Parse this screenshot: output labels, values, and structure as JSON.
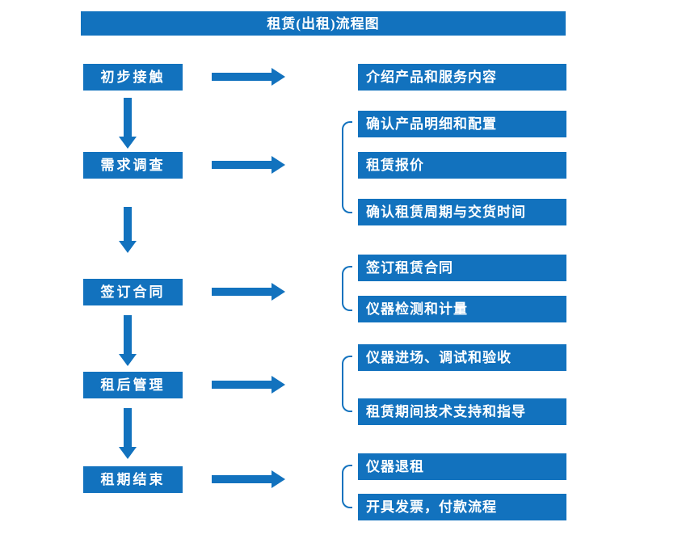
{
  "title": "租赁(出租)流程图",
  "colors": {
    "primary": "#1272be",
    "text_on_primary": "#ffffff",
    "background": "#ffffff"
  },
  "steps": [
    {
      "label": "初步接触",
      "outputs": [
        "介绍产品和服务内容"
      ]
    },
    {
      "label": "需求调查",
      "outputs": [
        "确认产品明细和配置",
        "租赁报价",
        "确认租赁周期与交货时间"
      ]
    },
    {
      "label": "签订合同",
      "outputs": [
        "签订租赁合同",
        "仪器检测和计量"
      ]
    },
    {
      "label": "租后管理",
      "outputs": [
        "仪器进场、调试和验收",
        "租赁期间技术支持和指导"
      ]
    },
    {
      "label": "租期结束",
      "outputs": [
        "仪器退租",
        "开具发票，付款流程"
      ]
    }
  ]
}
